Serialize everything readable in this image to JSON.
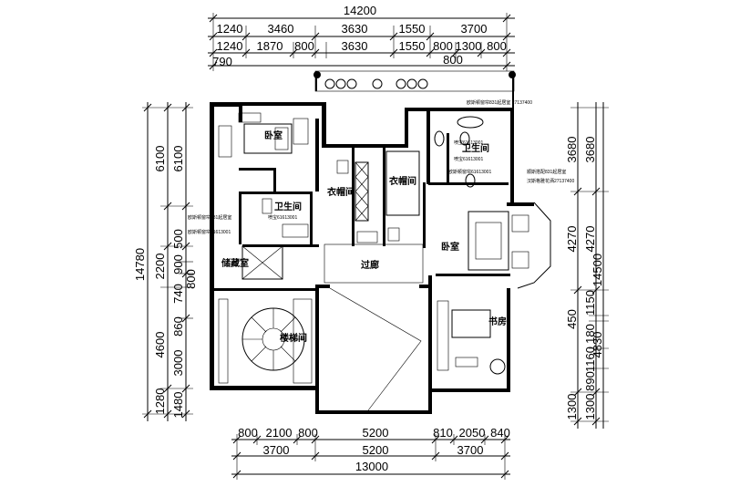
{
  "dimensions": {
    "top": {
      "total": "14200",
      "row1": [
        "1240",
        "3460",
        "3630",
        "1550",
        "3700"
      ],
      "row2": [
        "1240",
        "1870",
        "800",
        "3630",
        "1550",
        "800",
        "1300",
        "800"
      ],
      "row3": [
        "790",
        "800"
      ]
    },
    "bottom": {
      "row1": [
        "800",
        "2100",
        "800",
        "5200",
        "810",
        "2050",
        "840"
      ],
      "row2": [
        "3700",
        "5200",
        "3700"
      ],
      "total": "13000"
    },
    "left": {
      "total": "14780",
      "col2": [
        "6100",
        "2200",
        "4600",
        "1280"
      ],
      "col3": [
        "6100",
        "900",
        "740",
        "860",
        "3000",
        "1480"
      ],
      "col3_extra": [
        "500",
        "800"
      ]
    },
    "right": {
      "col1": [
        "3680",
        "4270",
        "450",
        "1300"
      ],
      "col2": [
        "3680",
        "4270",
        "1150",
        "180",
        "1160",
        "890",
        "1300"
      ],
      "col3": [
        "14500",
        "4830"
      ]
    }
  },
  "rooms": {
    "bedroom1": "卧室",
    "bath1": "卫生间",
    "wardrobe1": "衣帽间",
    "wardrobe2": "衣帽间",
    "bath2": "卫生间",
    "storage": "储藏室",
    "corridor": "过廊",
    "bedroom2": "卧室",
    "study": "书房",
    "stairwell": "楼梯间"
  },
  "notes": {
    "n1": "喷宝61613001",
    "n2": "喷宝61613001",
    "n3": "喷宝61613001",
    "n4": "欧斯顿窗帘61613001",
    "n5": "顺斯搭配831起居室",
    "n6": "汉斯格雅花洒27137400",
    "n7": "欧斯顿窗帘831起居室 27137400",
    "n8": "欧斯顿窗帘831起居室",
    "n9": "欧斯顿窗帘61613001"
  }
}
